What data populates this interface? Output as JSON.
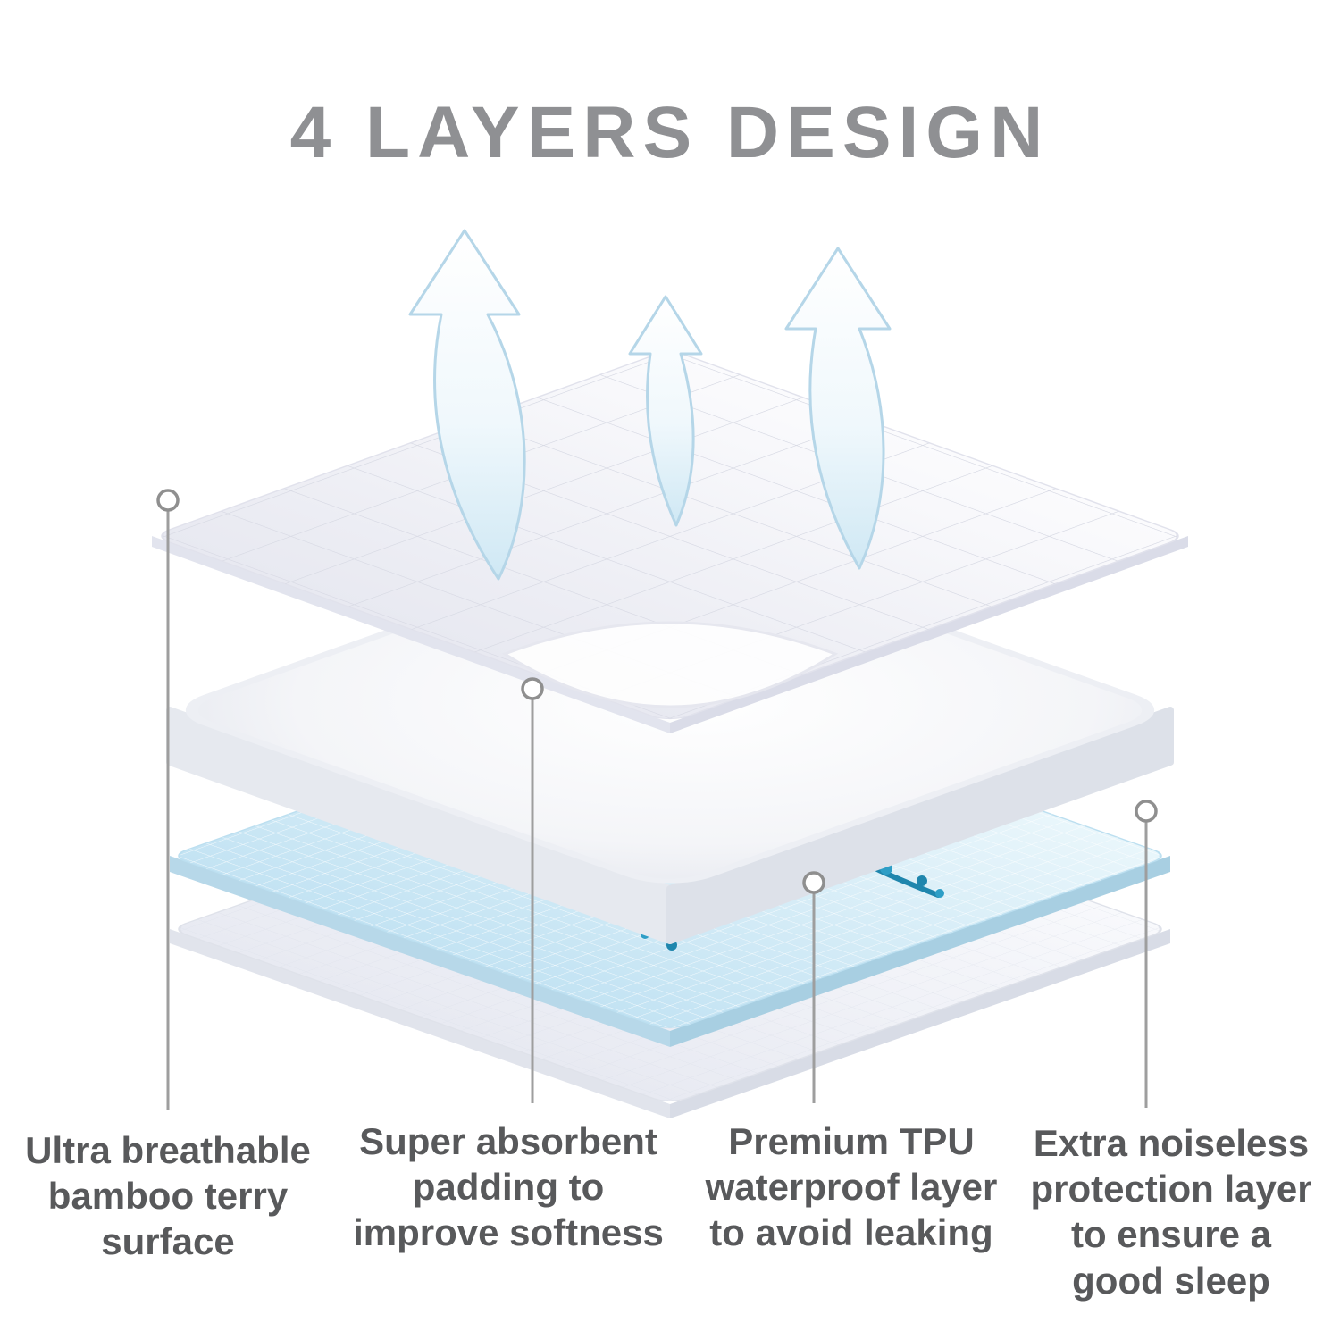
{
  "title": "4 LAYERS DESIGN",
  "colors": {
    "title_gray": "#8f9093",
    "label_gray": "#58595b",
    "callout_gray": "#9a9a9a",
    "arrow_outline_blue": "#b5d6e8",
    "waterproof_layer_blue": "#cfe9f6",
    "splash_blue": "#2e9ec6",
    "background": "#ffffff"
  },
  "layers": [
    {
      "name": "bamboo-terry-surface",
      "label": "Ultra breathable\nbamboo terry\nsurface"
    },
    {
      "name": "absorbent-padding",
      "label": "Super absorbent\npadding to\nimprove softness"
    },
    {
      "name": "tpu-waterproof-layer",
      "label": "Premium TPU\nwaterproof layer\nto avoid leaking"
    },
    {
      "name": "noiseless-protection-layer",
      "label": "Extra noiseless\nprotection layer\nto ensure a\ngood sleep"
    }
  ],
  "diagram": {
    "arrow_count": 3,
    "callout_count": 4
  }
}
